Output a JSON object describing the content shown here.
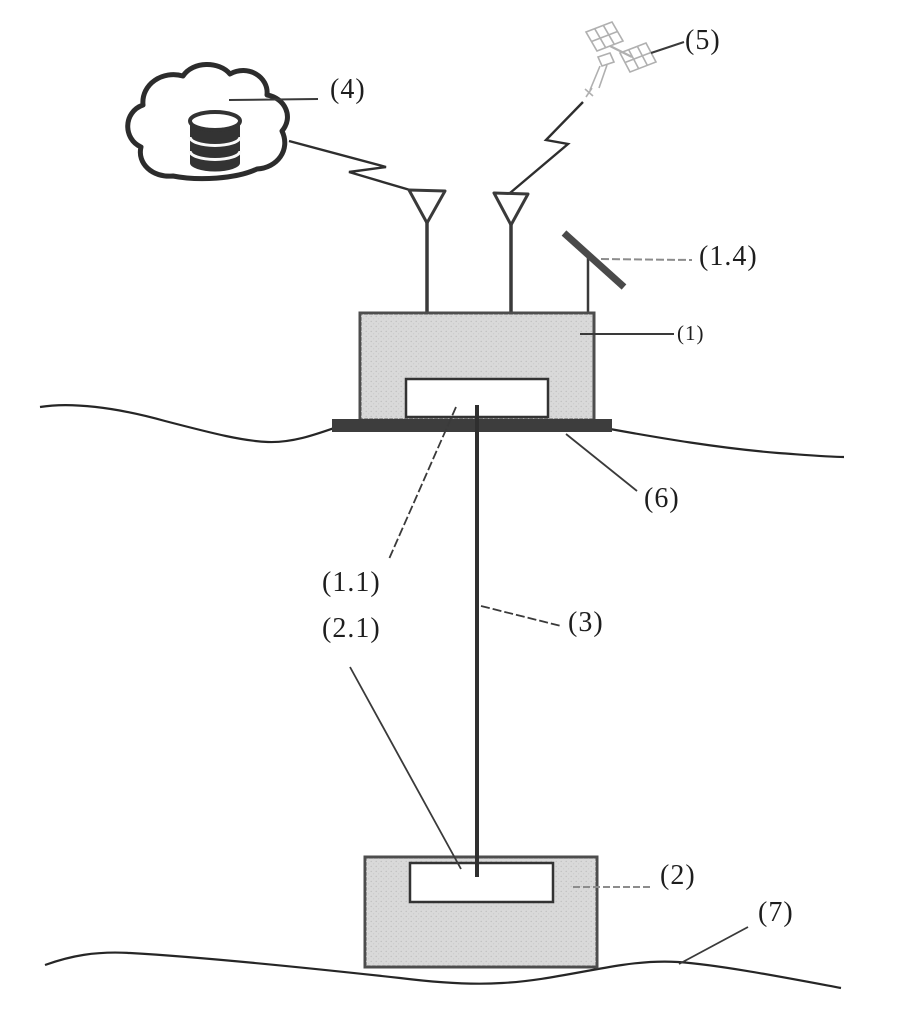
{
  "figure": {
    "background": "#ffffff",
    "colors": {
      "ink": "#2e2e2e",
      "leader": "#3a3a3a",
      "leader_gray": "#8c8c8c",
      "box_fill": "#d9d9d9",
      "box_border": "#4d4d4d",
      "window_fill": "#ffffff",
      "plate_fill": "#3d3d3d",
      "panel_fill": "#4a4a4a",
      "cable": "#2f2f2f",
      "satellite_sketch": "#b0b0b0"
    },
    "labels": {
      "cloud_db": "(4)",
      "satellite": "(5)",
      "solar_panel": "(1.4)",
      "surface_unit": "(1)",
      "plate": "(6)",
      "surface_inner_module": "(1.1)",
      "cable": "(3)",
      "subsea_inner_module": "(2.1)",
      "subsea_unit": "(2)",
      "seabed": "(7)"
    },
    "icons": {
      "cloud": "cloud-database-icon",
      "satellite": "satellite-icon",
      "antenna_left": "antenna-icon",
      "antenna_right": "antenna-icon",
      "solar_panel": "solar-panel-icon"
    }
  }
}
